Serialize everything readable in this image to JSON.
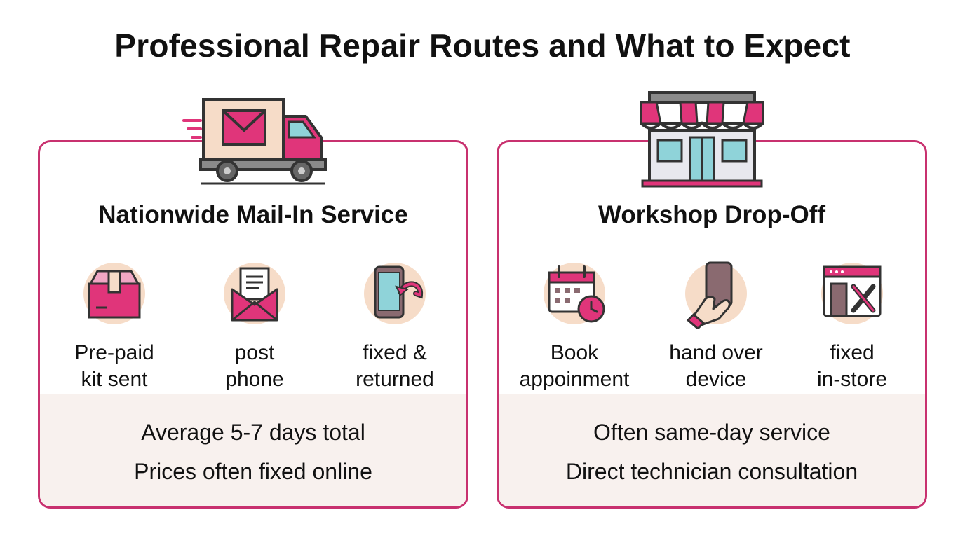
{
  "title": "Professional Repair Routes and What to Expect",
  "colors": {
    "accent": "#c8316f",
    "accent_fill": "#e0357a",
    "peach": "#f6dcc8",
    "footer_bg": "#f8f1ee",
    "teal": "#8fd3d9"
  },
  "mail_in": {
    "icon": "delivery-truck-icon",
    "heading": "Nationwide Mail-In Service",
    "steps": [
      {
        "icon": "package-box-icon",
        "line1": "Pre-paid",
        "line2": "kit sent"
      },
      {
        "icon": "envelope-letter-icon",
        "line1": "post",
        "line2": "phone"
      },
      {
        "icon": "phone-return-icon",
        "line1": "fixed &",
        "line2": "returned"
      }
    ],
    "notes": [
      "Average 5-7 days total",
      "Prices often fixed online"
    ]
  },
  "drop_off": {
    "icon": "storefront-icon",
    "heading": "Workshop Drop-Off",
    "steps": [
      {
        "icon": "calendar-clock-icon",
        "line1": "Book",
        "line2": "appoinment"
      },
      {
        "icon": "hand-phone-icon",
        "line1": "hand over",
        "line2": "device"
      },
      {
        "icon": "workshop-tools-icon",
        "line1": "fixed",
        "line2": "in-store"
      }
    ],
    "notes": [
      "Often same-day service",
      "Direct technician consultation"
    ]
  }
}
